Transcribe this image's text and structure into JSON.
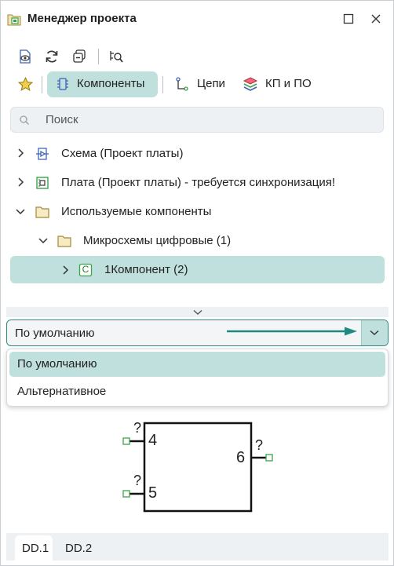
{
  "window": {
    "title": "Менеджер проекта",
    "icons": {
      "app": "project-manager-icon",
      "maximize": "maximize-icon",
      "close": "close-icon"
    }
  },
  "toolbar": {
    "icons": [
      "document-view-icon",
      "refresh-icon",
      "collapse-icon",
      "find-in-tree-icon"
    ]
  },
  "tabs": [
    {
      "label": "Компоненты",
      "icon": "component-icon",
      "active": true
    },
    {
      "label": "Цепи",
      "icon": "net-icon",
      "active": false
    },
    {
      "label": "КП и ПО",
      "icon": "layers-icon",
      "active": false
    }
  ],
  "favorite_icon": "star-icon",
  "search": {
    "placeholder": "Поиск"
  },
  "tree": [
    {
      "label": "Схема (Проект платы)",
      "icon": "schematic-icon",
      "expanded": false
    },
    {
      "label": "Плата (Проект платы) - требуется синхронизация!",
      "icon": "board-icon",
      "expanded": false
    },
    {
      "label": "Используемые компоненты",
      "icon": "folder-icon",
      "expanded": true
    },
    {
      "label": "Микросхемы цифровые (1)",
      "icon": "folder-icon",
      "expanded": true
    },
    {
      "label": "1Компонент (2)",
      "icon": "component-c-icon",
      "badge": "C",
      "expanded": false,
      "selected": true
    }
  ],
  "variant_select": {
    "value": "По умолчанию",
    "options": [
      "По умолчанию",
      "Альтернативное"
    ]
  },
  "symbol": {
    "pins": [
      {
        "number": "4",
        "name": "?"
      },
      {
        "number": "5",
        "name": "?"
      },
      {
        "number": "6",
        "name": "?"
      }
    ],
    "accent": "#3ba34a"
  },
  "part_tabs": [
    {
      "label": "DD.1",
      "active": true
    },
    {
      "label": "DD.2",
      "active": false
    }
  ],
  "colors": {
    "accent": "#1f8a80",
    "selection": "#bfe0dc"
  }
}
